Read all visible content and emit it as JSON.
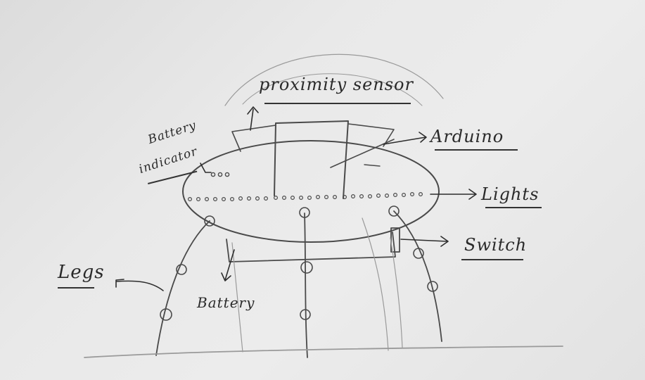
{
  "labels": {
    "proximity_sensor": "proximity sensor",
    "arduino": "Arduino",
    "battery_indicator_line1": "Battery",
    "battery_indicator_line2": "indicator",
    "lights": "Lights",
    "switch": "Switch",
    "legs": "Legs",
    "battery": "Battery"
  },
  "colors": {
    "paper": "#e6e6e6",
    "pencil": "#4a4a4a",
    "faint": "#9a9a9a"
  }
}
